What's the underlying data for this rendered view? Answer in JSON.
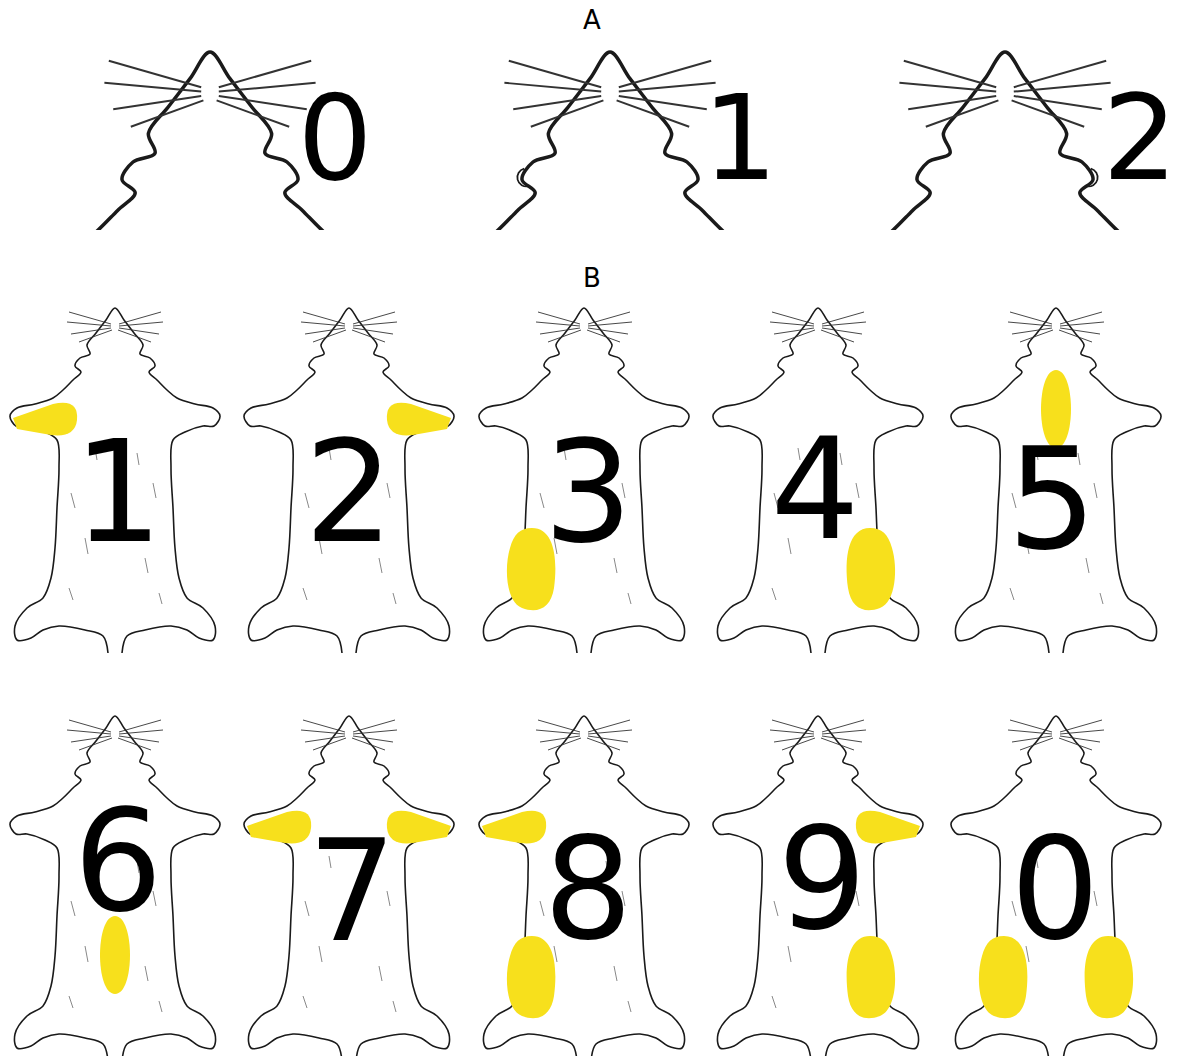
{
  "diagram": {
    "labels": [
      "A",
      "0",
      "1",
      "2",
      "B",
      "1",
      "2",
      "3",
      "4",
      "5",
      "6",
      "7",
      "8",
      "9",
      "0"
    ]
  }
}
